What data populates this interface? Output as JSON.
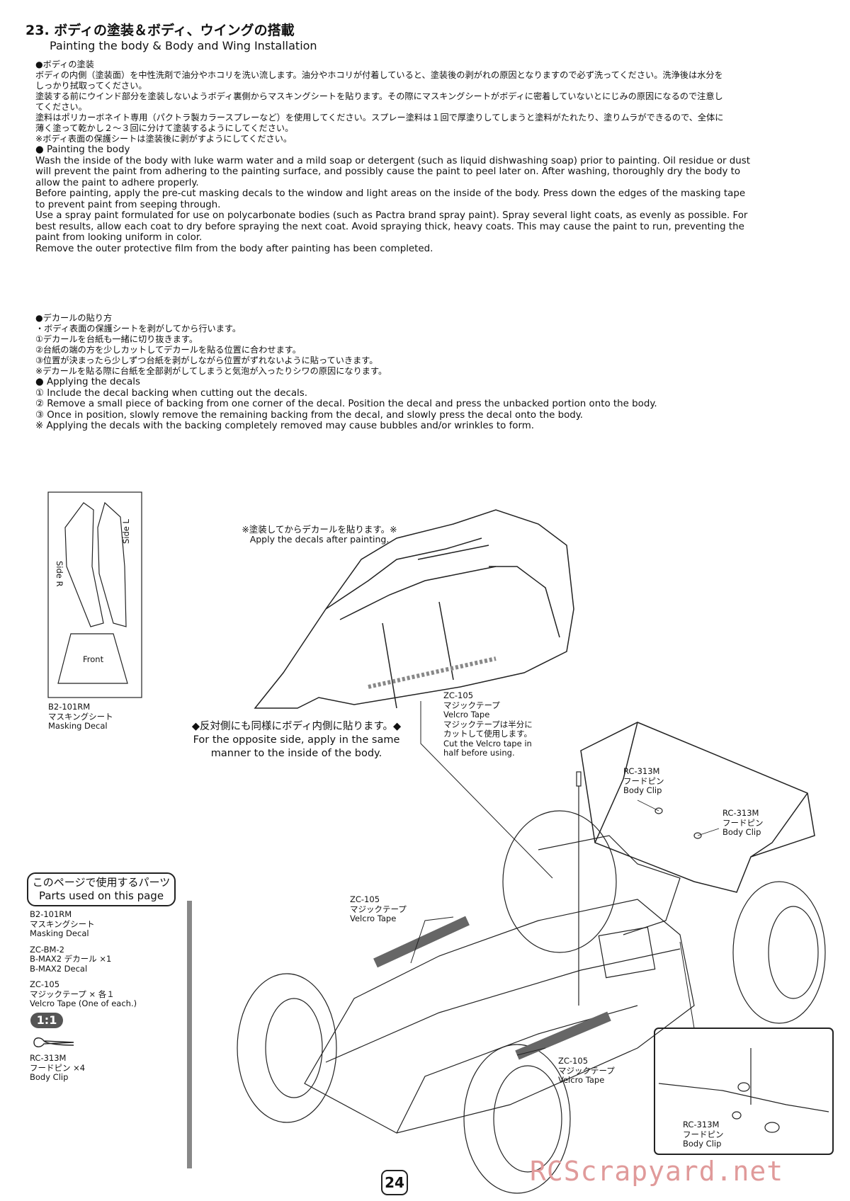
{
  "header": {
    "title_jp": "23. ボディの塗装＆ボディ、ウイングの搭載",
    "title_en": "Painting the body & Body and Wing Installation"
  },
  "painting": {
    "jp_heading": "●ボディの塗装",
    "jp_lines": [
      "ボディの内側（塗装面）を中性洗剤で油分やホコリを洗い流します。油分やホコリが付着していると、塗装後の剥がれの原因となりますので必ず洗ってください。洗浄後は水分を",
      "しっかり拭取ってください。",
      "塗装する前にウインド部分を塗装しないようボディ裏側からマスキングシートを貼ります。その際にマスキングシートがボディに密着していないとにじみの原因になるので注意し",
      "てください。",
      "塗料はポリカーボネイト専用（パクトラ製カラースプレーなど）を使用してください。スプレー塗料は１回で厚塗りしてしまうと塗料がたれたり、塗りムラができるので、全体に",
      "薄く塗って乾かし２～３回に分けて塗装するようにしてください。",
      "※ボディ表面の保護シートは塗装後に剥がすようにしてください。"
    ],
    "en_heading": "● Painting the body",
    "en_lines": [
      "Wash the inside of the body with luke warm water and a mild soap or detergent (such as liquid dishwashing soap) prior to painting. Oil residue or dust",
      "will prevent the paint from adhering to the painting surface, and possibly cause the paint to peel later on. After washing, thoroughly dry the body to",
      "allow the paint to adhere properly.",
      "Before painting, apply the pre-cut masking decals to the window and light areas on the inside of the body. Press down the edges of the masking tape",
      "to prevent paint from seeping through.",
      "Use a spray paint formulated for use on polycarbonate bodies (such as Pactra brand spray paint). Spray several light coats, as evenly as possible. For",
      "best results, allow each coat to dry before spraying the next coat. Avoid spraying thick, heavy coats. This may cause the paint to run, preventing the",
      "paint from looking uniform in color.",
      "Remove the outer protective film from the body after painting has been completed."
    ]
  },
  "decals": {
    "jp_heading": "●デカールの貼り方",
    "jp_lines": [
      "・ボディ表面の保護シートを剥がしてから行います。",
      "①デカールを台紙も一緒に切り抜きます。",
      "②台紙の端の方を少しカットしてデカールを貼る位置に合わせます。",
      "③位置が決まったら少しずつ台紙を剥がしながら位置がずれないように貼っていきます。",
      "※デカールを貼る際に台紙を全部剥がしてしまうと気泡が入ったりシワの原因になります。"
    ],
    "en_heading": "● Applying the decals",
    "en_lines": [
      "① Include the decal backing when cutting out the decals.",
      "② Remove a small piece of backing from one corner of the decal. Position the decal and press the unbacked portion onto the body.",
      "③ Once in position, slowly remove the remaining backing from the decal, and slowly press the decal onto the body.",
      "※ Applying the decals with the backing completely removed may cause bubbles and/or wrinkles to form."
    ]
  },
  "masking_sheet": {
    "side_r": "Side R",
    "side_l": "Side L",
    "front": "Front",
    "code": "B2-101RM",
    "name_jp": "マスキングシート",
    "name_en": "Masking Decal"
  },
  "body_note": {
    "jp": "※塗装してからデカールを貼ります。※",
    "en": "Apply the decals after painting."
  },
  "velcro_note": {
    "code": "ZC-105",
    "jp": "マジックテープ",
    "en": "Velcro Tape",
    "jp_note1": "マジックテープは半分に",
    "jp_note2": "カットして使用します。",
    "en_note1": "Cut the Velcro tape in",
    "en_note2": "half before using."
  },
  "opposite_note": {
    "jp": "◆反対側にも同様にボディ内側に貼ります。◆",
    "en1": "For the opposite side, apply in the same",
    "en2": "manner to the inside of the body."
  },
  "clip_a": {
    "code": "RC-313M",
    "jp": "フードピン",
    "en": "Body Clip"
  },
  "clip_b": {
    "code": "RC-313M",
    "jp": "フードピン",
    "en": "Body Clip"
  },
  "clip_c": {
    "code": "RC-313M",
    "jp": "フードピン",
    "en": "Body Clip"
  },
  "tape_a": {
    "code": "ZC-105",
    "jp": "マジックテープ",
    "en": "Velcro Tape"
  },
  "tape_b": {
    "code": "ZC-105",
    "jp": "マジックテープ",
    "en": "Velcro Tape"
  },
  "parts": {
    "title_jp": "このページで使用するパーツ",
    "title_en": "Parts used on this page",
    "items": [
      {
        "code": "B2-101RM",
        "jp": "マスキングシート",
        "en": "Masking Decal"
      },
      {
        "code": "ZC-BM-2",
        "jp": "B-MAX2 デカール ×1",
        "en": "B-MAX2 Decal"
      },
      {
        "code": "ZC-105",
        "jp": "マジックテープ × 各１",
        "en": "Velcro Tape (One of each.)"
      }
    ],
    "scale": "1:1",
    "clip_code": "RC-313M",
    "clip_jp": "フードピン ×4",
    "clip_en": "Body Clip"
  },
  "page_number": "24",
  "watermark": "RCScrapyard.net"
}
